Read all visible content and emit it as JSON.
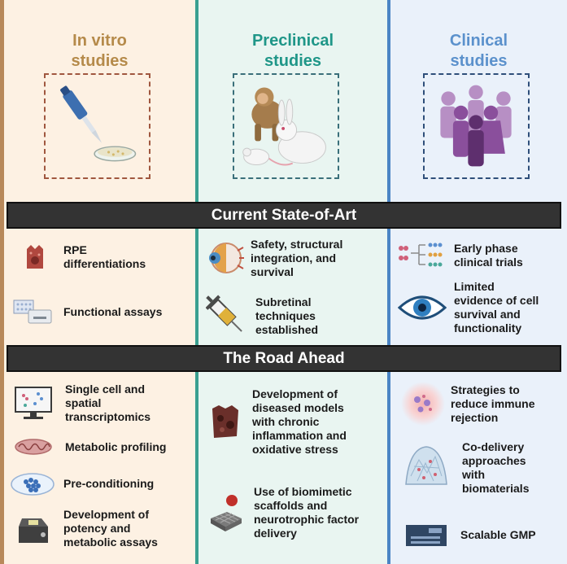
{
  "columns": [
    {
      "title_line1": "In vitro",
      "title_line2": "studies",
      "accent": "#b58a4a"
    },
    {
      "title_line1": "Preclinical",
      "title_line2": "studies",
      "accent": "#1f9688"
    },
    {
      "title_line1": "Clinical",
      "title_line2": "studies",
      "accent": "#5b91cc"
    }
  ],
  "banners": {
    "current": "Current State-of-Art",
    "road": "The Road Ahead"
  },
  "current": {
    "invitro": [
      {
        "l1": "RPE",
        "l2": "differentiations",
        "icon": "rpe-cell-icon"
      },
      {
        "l1": "Functional assays",
        "icon": "plate-reader-icon"
      }
    ],
    "preclinical": [
      {
        "l1": "Safety, structural",
        "l2": "integration, and",
        "l3": "survival",
        "icon": "eyeball-icon"
      },
      {
        "l1": "Subretinal",
        "l2": "techniques",
        "l3": "established",
        "icon": "syringe-icon"
      }
    ],
    "clinical": [
      {
        "l1": "Early phase",
        "l2": "clinical trials",
        "icon": "trial-diagram-icon"
      },
      {
        "l1": "Limited",
        "l2": "evidence of cell",
        "l3": "survival and",
        "l4": "functionality",
        "icon": "eye-icon"
      }
    ]
  },
  "road": {
    "invitro": [
      {
        "l1": "Single cell and",
        "l2": "spatial",
        "l3": "transcriptomics",
        "icon": "monitor-icon"
      },
      {
        "l1": "Metabolic profiling",
        "icon": "mitochondria-icon"
      },
      {
        "l1": "Pre-conditioning",
        "icon": "petri-dish-icon"
      },
      {
        "l1": "Development of",
        "l2": "potency and",
        "l3": "metabolic assays",
        "icon": "analyzer-icon"
      }
    ],
    "preclinical": [
      {
        "l1": "Development of",
        "l2": "diseased models",
        "l3": "with chronic",
        "l4": "inflammation and",
        "l5": "oxidative stress",
        "icon": "damaged-tissue-icon"
      },
      {
        "l1": "Use of biomimetic",
        "l2": "scaffolds and",
        "l3": "neurotrophic factor",
        "l4": "delivery",
        "icon": "scaffold-icon"
      }
    ],
    "clinical": [
      {
        "l1": "Strategies to",
        "l2": "reduce immune",
        "l3": "rejection",
        "icon": "immune-cells-icon"
      },
      {
        "l1": "Co-delivery",
        "l2": "approaches",
        "l3": "with",
        "l4": "biomaterials",
        "icon": "biomaterial-dome-icon"
      },
      {
        "l1": "Scalable GMP",
        "icon": "factory-icon"
      }
    ]
  }
}
